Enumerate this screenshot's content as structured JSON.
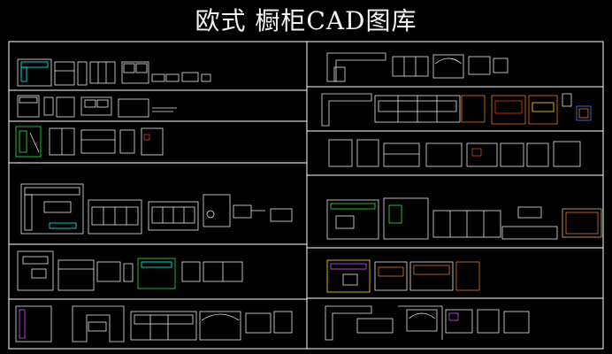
{
  "title": "欧式  橱柜CAD图库",
  "colors": {
    "background": "#000000",
    "frame": "#ffffff",
    "linework": "#e8e8e8",
    "accent_cyan": "#00ffff",
    "accent_green": "#2ee84a",
    "accent_yellow": "#ffe000",
    "accent_orange": "#e87a1e",
    "accent_red": "#e23a2a",
    "accent_magenta": "#d050ff",
    "accent_blue": "#4a7dff"
  },
  "left_column": [
    {
      "id": "cabinet-set-1",
      "color_accent": "#00ffff"
    },
    {
      "id": "cabinet-set-2",
      "color_accent": "#ffffff"
    },
    {
      "id": "cabinet-set-3",
      "color_accent": "#2ee84a"
    },
    {
      "id": "cabinet-set-4",
      "color_accent": "#00ffff"
    },
    {
      "id": "cabinet-set-5",
      "color_accent": "#2ee84a"
    },
    {
      "id": "cabinet-set-6",
      "color_accent": "#d050ff"
    }
  ],
  "right_column": [
    {
      "id": "cabinet-set-7",
      "color_accent": "#ffffff"
    },
    {
      "id": "cabinet-set-8",
      "color_accent": "#e87a1e"
    },
    {
      "id": "cabinet-set-9",
      "color_accent": "#e23a2a"
    },
    {
      "id": "cabinet-set-10",
      "color_accent": "#2ee84a"
    },
    {
      "id": "cabinet-set-11",
      "color_accent": "#ffe000"
    },
    {
      "id": "cabinet-set-12",
      "color_accent": "#ffffff"
    }
  ]
}
